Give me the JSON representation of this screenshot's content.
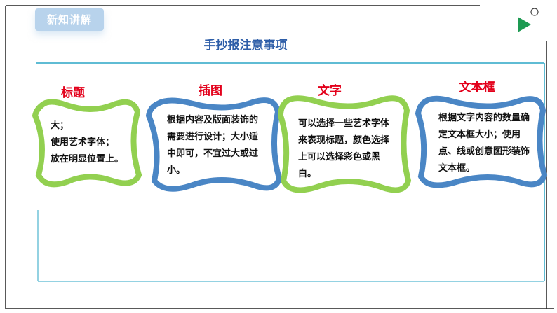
{
  "badge": "新知讲解",
  "title": "手抄报注意事项",
  "cards": [
    {
      "label": "标题",
      "text": "大；\n使用艺术字体；\n放在明显位置上。",
      "border": "#92d050"
    },
    {
      "label": "插图",
      "text": "根据内容及版面装饰的需要进行设计；大小适中即可，不宜过大或过小。",
      "border": "#4a86c5"
    },
    {
      "label": "文字",
      "text": "可以选择一些艺术字体来表现标题，颜色选择上可以选择彩色或黑白。",
      "border": "#92d050"
    },
    {
      "label": "文本框",
      "text": "根据文字内容的数量确定文本框大小；使用点、线或创意图形装饰文本框。",
      "border": "#4a86c5"
    }
  ],
  "colors": {
    "accent": "#2e5ea8",
    "title_red": "#e3001b",
    "frame_teal": "#2aa6c6",
    "play_green": "#1d9a52"
  },
  "icons": {
    "play": "play-triangle-icon",
    "circle": "small-circle-icon"
  }
}
